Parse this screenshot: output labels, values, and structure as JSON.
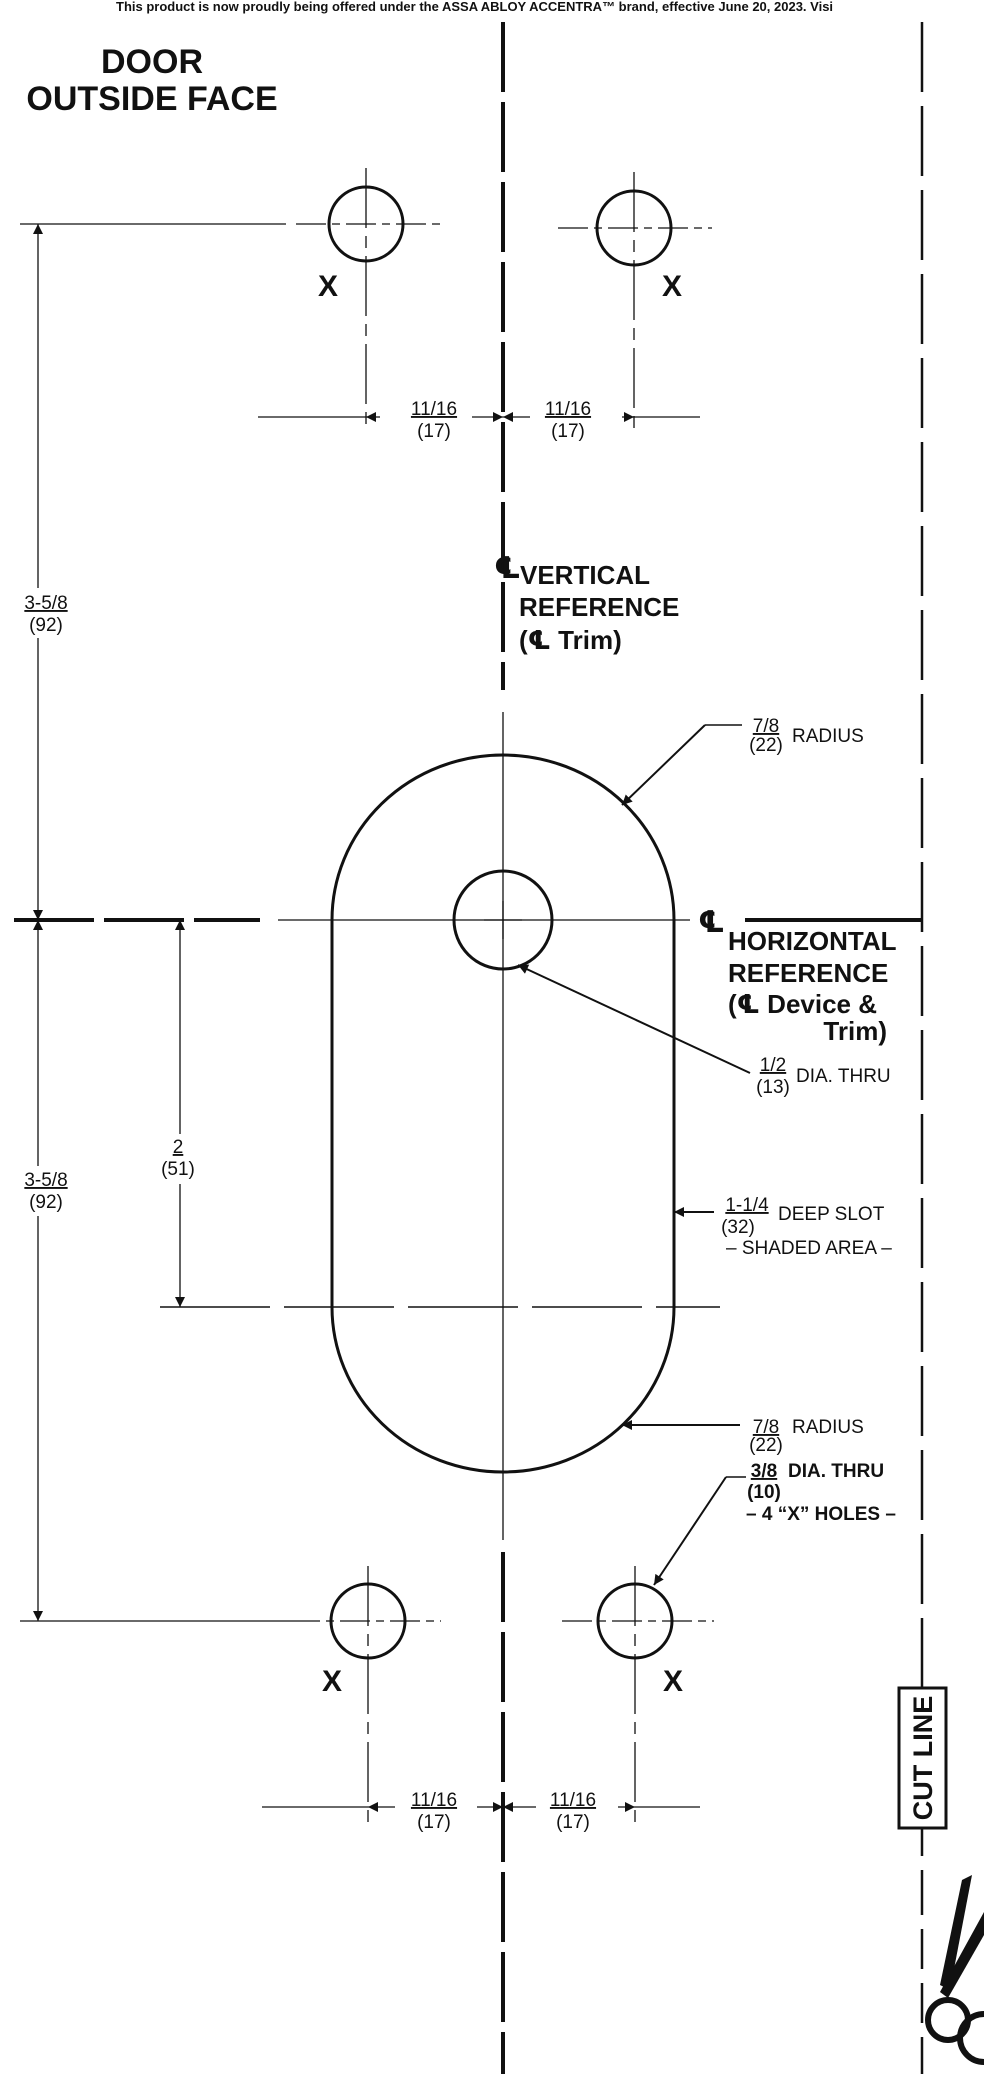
{
  "banner": "This product is now proudly being offered under the ASSA ABLOY ACCENTRA™ brand, effective June 20, 2023. Visi",
  "door_label": [
    "DOOR",
    "OUTSIDE FACE"
  ],
  "vertical_reference": {
    "symbol": "℄",
    "lines": [
      "VERTICAL",
      "REFERENCE",
      "(℄ Trim)"
    ]
  },
  "horizontal_reference": {
    "symbol": "℄",
    "lines": [
      "HORIZONTAL",
      "REFERENCE",
      "(℄ Device &",
      "Trim)"
    ]
  },
  "hole_marker": "X",
  "dimensions": {
    "top_left_offset": {
      "num": "11/16",
      "mm": "(17)"
    },
    "top_right_offset": {
      "num": "11/16",
      "mm": "(17)"
    },
    "bottom_left_offset": {
      "num": "11/16",
      "mm": "(17)"
    },
    "bottom_right_offset": {
      "num": "11/16",
      "mm": "(17)"
    },
    "upper_vertical": {
      "num": "3-5/8",
      "mm": "(92)"
    },
    "lower_vertical": {
      "num": "3-5/8",
      "mm": "(92)"
    },
    "slot_length": {
      "num": "2",
      "mm": "(51)"
    }
  },
  "callouts": {
    "top_radius": {
      "num": "7/8",
      "mm": "(22)",
      "text": "RADIUS"
    },
    "bottom_radius": {
      "num": "7/8",
      "mm": "(22)",
      "text": "RADIUS"
    },
    "center_hole": {
      "num": "1/2",
      "mm": "(13)",
      "text": "DIA. THRU"
    },
    "deep_slot": {
      "num": "1-1/4",
      "mm": "(32)",
      "text": "DEEP SLOT",
      "note": "– SHADED AREA –"
    },
    "x_holes": {
      "num": "3/8",
      "mm": "(10)",
      "text": "DIA. THRU",
      "note": "– 4 “X” HOLES –"
    }
  },
  "cut_line_label": "CUT LINE",
  "icons": {
    "scissors": "scissors-icon",
    "centerline": "centerline-symbol"
  },
  "colors": {
    "ink": "#111111",
    "paper": "#ffffff"
  }
}
